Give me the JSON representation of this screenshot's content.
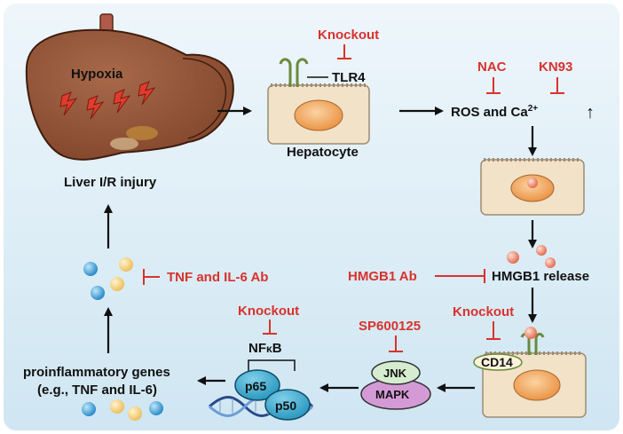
{
  "colors": {
    "background_top": "#eef6fb",
    "background_bottom": "#cfe6f2",
    "inhibitor_red": "#d9322e",
    "liver": "#9b5a3c",
    "hepatocyte_cell": "#f1e2c8",
    "hepatocyte_nucleus": "#f0a85c",
    "hmgb1_particle": "#f08a6a",
    "tnf_dot": "#f3d07a",
    "il6_dot": "#3aa0d8",
    "jnk": "#d6ecd0",
    "mapk": "#d49ad6",
    "p65_p50": "#2fa9d0"
  },
  "liver": {
    "hypoxia_label": "Hypoxia",
    "caption": "Liver I/R injury",
    "icon": "lightning-bolt-icon"
  },
  "hepatocyte": {
    "receptor_label": "TLR4",
    "inhibitor": "Knockout",
    "caption": "Hepatocyte"
  },
  "ros": {
    "label": "ROS and Ca",
    "superscript": "2+",
    "up_arrow": "↑",
    "inhibitor_left": "NAC",
    "inhibitor_right": "KN93"
  },
  "hmgb1": {
    "label": "HMGB1 release",
    "inhibitor": "HMGB1 Ab"
  },
  "cd14": {
    "label": "CD14",
    "inhibitor": "Knockout"
  },
  "mapk": {
    "jnk_label": "JNK",
    "mapk_label": "MAPK",
    "inhibitor": "SP600125"
  },
  "nfkb": {
    "label_pre": "NF",
    "label_kappa": "κ",
    "label_post": "B",
    "inhibitor": "Knockout",
    "p65_label": "p65",
    "p50_label": "p50"
  },
  "cytokines": {
    "inhibitor": "TNF and IL-6 Ab"
  },
  "genes": {
    "line1": "proinflammatory genes",
    "line2": "(e.g., TNF and IL-6)"
  }
}
